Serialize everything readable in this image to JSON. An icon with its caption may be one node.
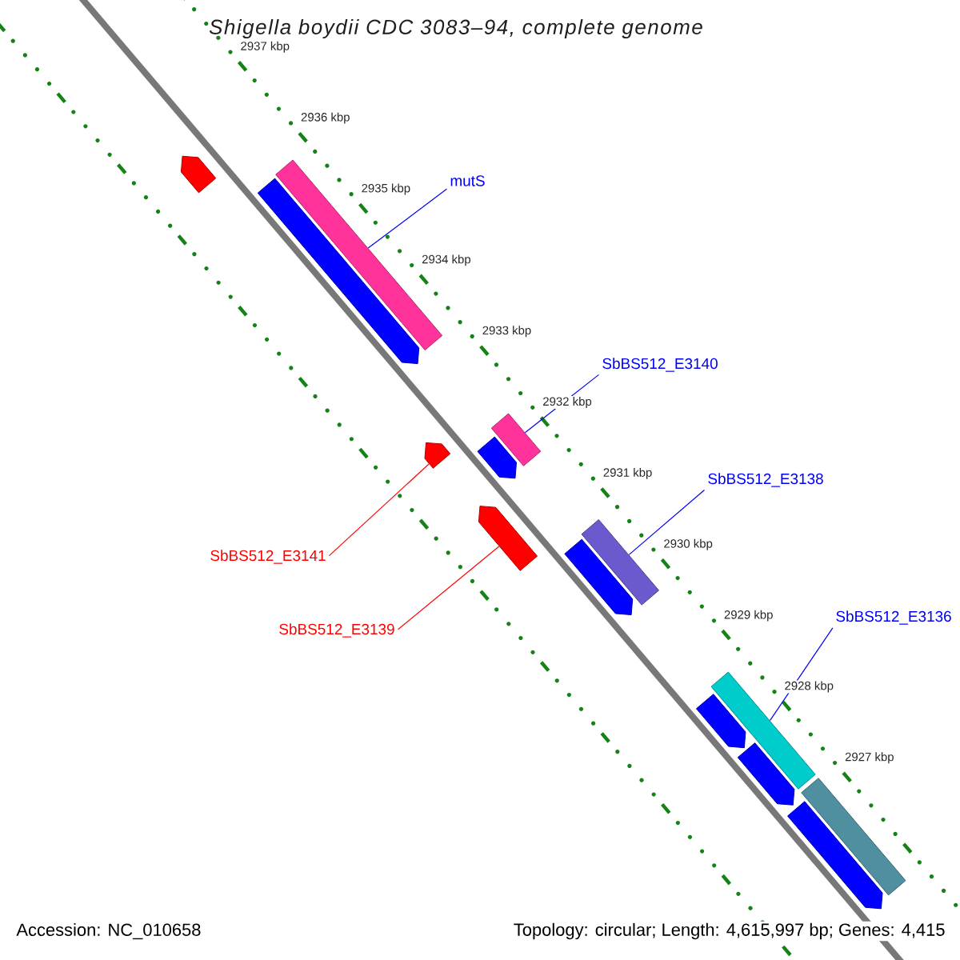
{
  "diagram": {
    "title": "Shigella boydii CDC 3083–94, complete genome",
    "nodes": [
      {
        "text": [
          "mutS"
        ]
      },
      {
        "text": [
          "SbBS512_E3140"
        ]
      },
      {
        "text": [
          "SbBS512_E3138"
        ]
      },
      {
        "text": [
          "SbBS512_E3141"
        ]
      },
      {
        "text": [
          "SbBS512_E3136"
        ]
      },
      {
        "text": [
          "SbBS512_E3139"
        ]
      },
      {
        "text": [],
        "shape": "pentagon"
      },
      {
        "text": [],
        "shape": "bar"
      },
      {
        "text": [],
        "shape": "pentagon"
      },
      {
        "text": [],
        "shape": "pentagon"
      },
      {
        "text": [],
        "shape": "bar"
      },
      {
        "text": [],
        "shape": "pentagon"
      },
      {
        "text": [],
        "shape": "pentagon"
      },
      {
        "text": [],
        "shape": "bar"
      },
      {
        "text": [],
        "shape": "pentagon"
      },
      {
        "text": [],
        "shape": "bar"
      },
      {
        "text": [],
        "shape": "pentagon"
      },
      {
        "text": [],
        "shape": "pentagon"
      },
      {
        "text": [],
        "shape": "bar"
      },
      {
        "text": [],
        "shape": "pentagon"
      }
    ],
    "edges": [
      {
        "from": 0,
        "to": 7,
        "arrow": "none"
      },
      {
        "from": 1,
        "to": 10,
        "arrow": "none"
      },
      {
        "from": 2,
        "to": 13,
        "arrow": "none"
      },
      {
        "from": 3,
        "to": 9,
        "arrow": "none",
        "color": "#ff0000"
      },
      {
        "from": 4,
        "to": 15,
        "arrow": "none"
      },
      {
        "from": 5,
        "to": 12,
        "arrow": "none",
        "color": "#ff0000"
      }
    ],
    "labels": [
      "2937 kbp",
      "2936 kbp",
      "2935 kbp",
      "2934 kbp",
      "2933 kbp",
      "2932 kbp",
      "2931 kbp",
      "2930 kbp",
      "2929 kbp",
      "2928 kbp",
      "2927 kbp",
      "Accession: NC_010658",
      "Topology: circular; Length: 4,615,997 bp; Genes: 4,415"
    ]
  }
}
